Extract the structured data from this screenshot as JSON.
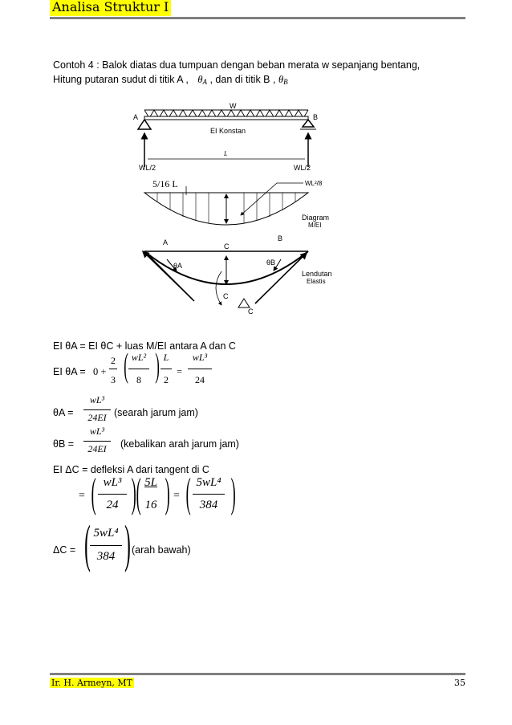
{
  "header": {
    "title": "Analisa Struktur I"
  },
  "footer": {
    "author": "Ir. H. Armeyn, MT",
    "page": "35"
  },
  "intro": {
    "line1": "Contoh 4 : Balok diatas dua tumpuan dengan beban merata w sepanjang bentang,",
    "line2_a": "Hitung putaran sudut di titik A  ,",
    "theta": "θ",
    "A": "A",
    "line2_b": ", dan di titik B ,",
    "B": "B"
  },
  "diagram": {
    "w": "W",
    "A": "A",
    "B": "B",
    "ei": "EI Konstan",
    "L": "L",
    "reaction_left": "WL/2",
    "reaction_right": "WL/2",
    "five_sixteen": "5/16 L",
    "moment": "WL²/8",
    "diagram_me_1": "Diagram",
    "diagram_me_2": "M/EI",
    "A2": "A",
    "C": "C",
    "B2": "B",
    "theta_a": "θA",
    "theta_b": "θB",
    "lendutan_1": "Lendutan",
    "lendutan_2": "Elastis",
    "C2": "C",
    "delta_c": "C"
  },
  "eq1": {
    "text": "EI θA = EI θC + luas M/EI antara A dan C"
  },
  "eq2": {
    "lhs": "EI θA =",
    "zero_plus": "0 +",
    "two": "2",
    "three": "3",
    "wl2": "wL²",
    "eight": "8",
    "L": "L",
    "two2": "2",
    "equals": "=",
    "wl3": "wL³",
    "twentyfour": "24"
  },
  "eq3": {
    "lhs": "θA =",
    "num": "wL³",
    "den": "24EI",
    "note": "(searah jarum jam)"
  },
  "eq4": {
    "lhs": "θB =",
    "num": "wL³",
    "den": "24EI",
    "note": "(kebalikan arah jarum jam)"
  },
  "eq5": {
    "text": "EI ΔC = defleksi A dari tangent di C"
  },
  "eq6": {
    "eq": "=",
    "n1": "wL³",
    "d1": "24",
    "n2": "5L",
    "d2": "16",
    "eq2": "=",
    "n3": "5wL⁴",
    "d3": "384"
  },
  "eq7": {
    "lhs": "ΔC =",
    "num": "5wL⁴",
    "den": "384",
    "note": "(arah bawah)"
  }
}
